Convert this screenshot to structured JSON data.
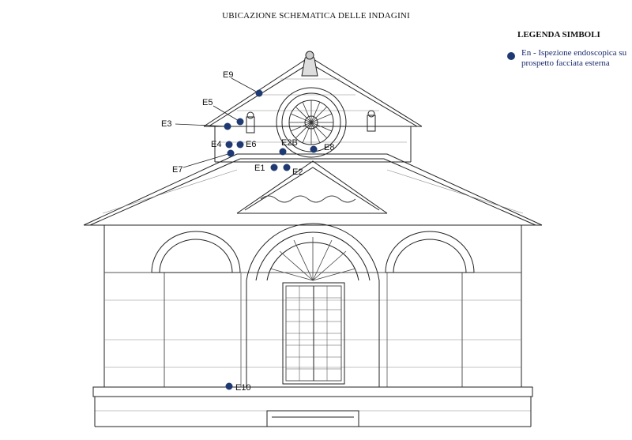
{
  "title": "UBICAZIONE SCHEMATICA DELLE INDAGINI",
  "legend": {
    "title": "LEGENDA SIMBOLI",
    "items": [
      {
        "symbol": "filled-circle",
        "color": "#1f3a73",
        "label": "En - Ispezione endoscopica su prospetto facciata esterna"
      }
    ]
  },
  "colors": {
    "marker": "#1f3a73",
    "line": "#222222"
  },
  "markers": [
    {
      "label": "E9"
    },
    {
      "label": "E5"
    },
    {
      "label": "E3"
    },
    {
      "label": "E4"
    },
    {
      "label": "E6"
    },
    {
      "label": "E2B"
    },
    {
      "label": "E8"
    },
    {
      "label": "E7"
    },
    {
      "label": "E1"
    },
    {
      "label": "E2"
    },
    {
      "label": "E10"
    }
  ]
}
